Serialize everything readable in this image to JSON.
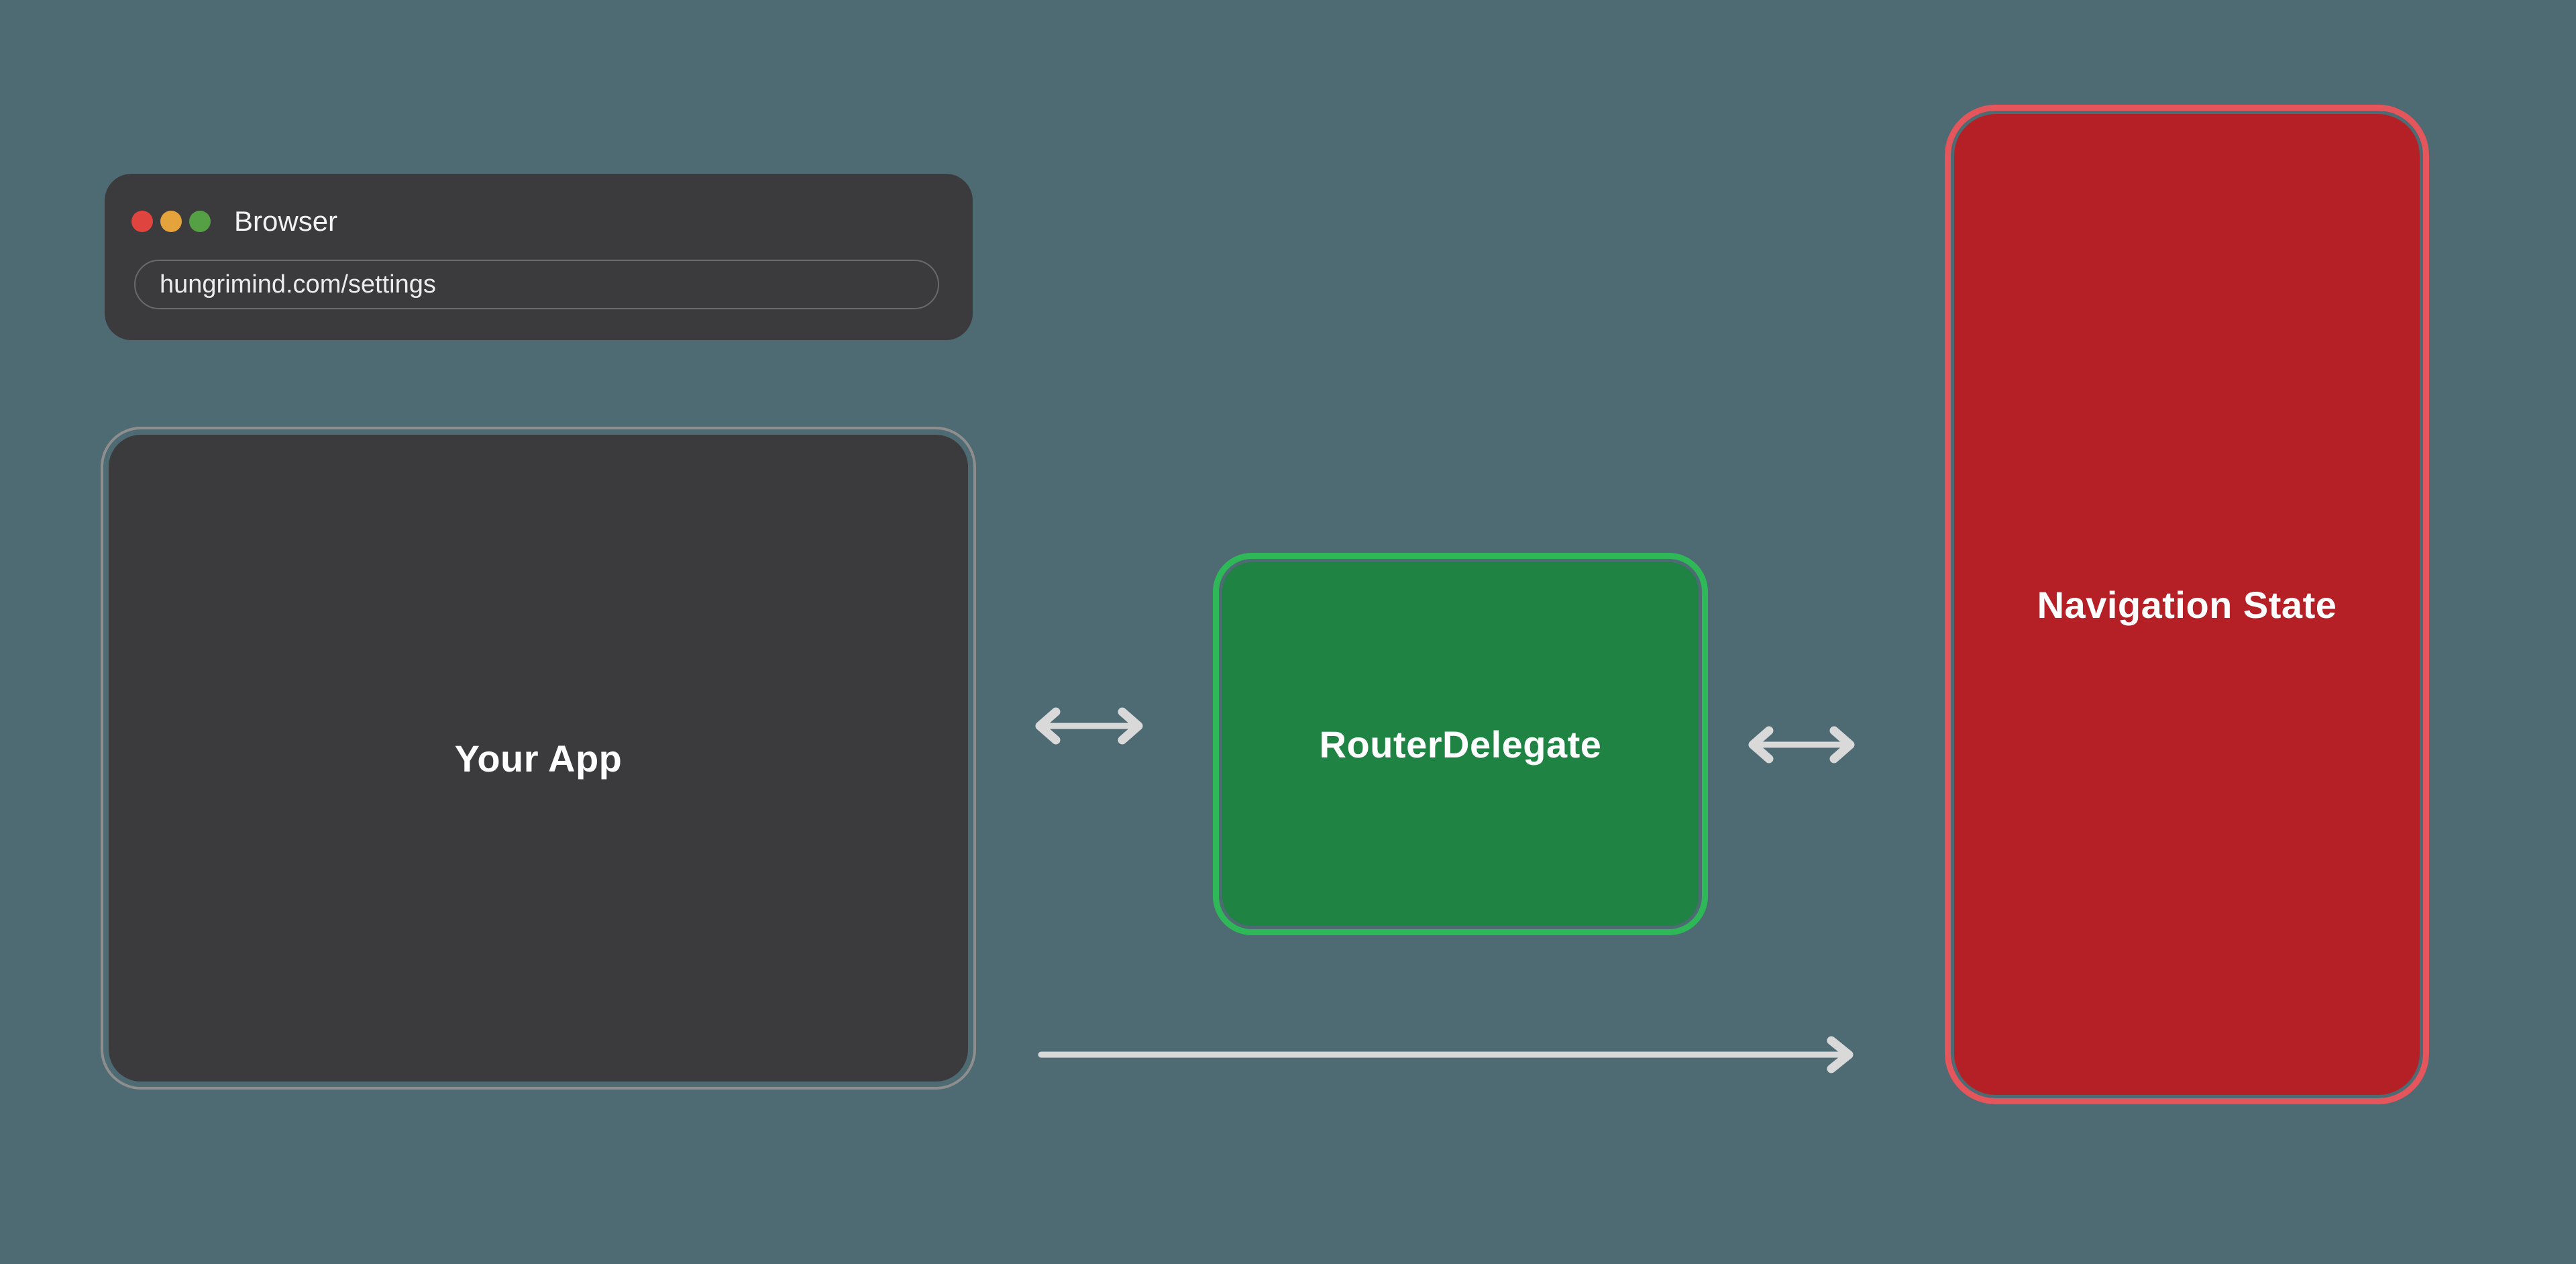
{
  "colors": {
    "background": "#4e6a72",
    "panel": "#3b3b3d",
    "panel_outline": "#8e8e8e",
    "green_fill": "#1f8343",
    "green_outline": "#2eb858",
    "red_fill": "#b42025",
    "red_outline": "#e4555c",
    "arrow": "#d9d9d9",
    "traffic_red": "#e0443f",
    "traffic_yellow": "#e5a33c",
    "traffic_green": "#55a045",
    "url_border": "#6a6a6e",
    "title_text": "#f2f2f2",
    "url_text": "#ececec",
    "label_text": "#ffffff"
  },
  "browser": {
    "title": "Browser",
    "url": "hungrimind.com/settings",
    "traffic_light_icons": [
      "close-icon",
      "minimize-icon",
      "zoom-icon"
    ]
  },
  "nodes": {
    "your_app": {
      "label": "Your App",
      "fill": "#3b3b3d",
      "outline": "#8e8e8e"
    },
    "router_delegate": {
      "label": "RouterDelegate",
      "fill": "#1f8343",
      "outline": "#2eb858"
    },
    "navigation_state": {
      "label": "Navigation State",
      "fill": "#b42025",
      "outline": "#e4555c"
    }
  },
  "arrows": [
    {
      "from": "Your App",
      "to": "RouterDelegate",
      "type": "bidirectional",
      "color": "#d9d9d9"
    },
    {
      "from": "RouterDelegate",
      "to": "Navigation State",
      "type": "bidirectional",
      "color": "#d9d9d9"
    },
    {
      "from": "Your App",
      "to": "Navigation State",
      "type": "unidirectional",
      "color": "#d9d9d9"
    }
  ]
}
